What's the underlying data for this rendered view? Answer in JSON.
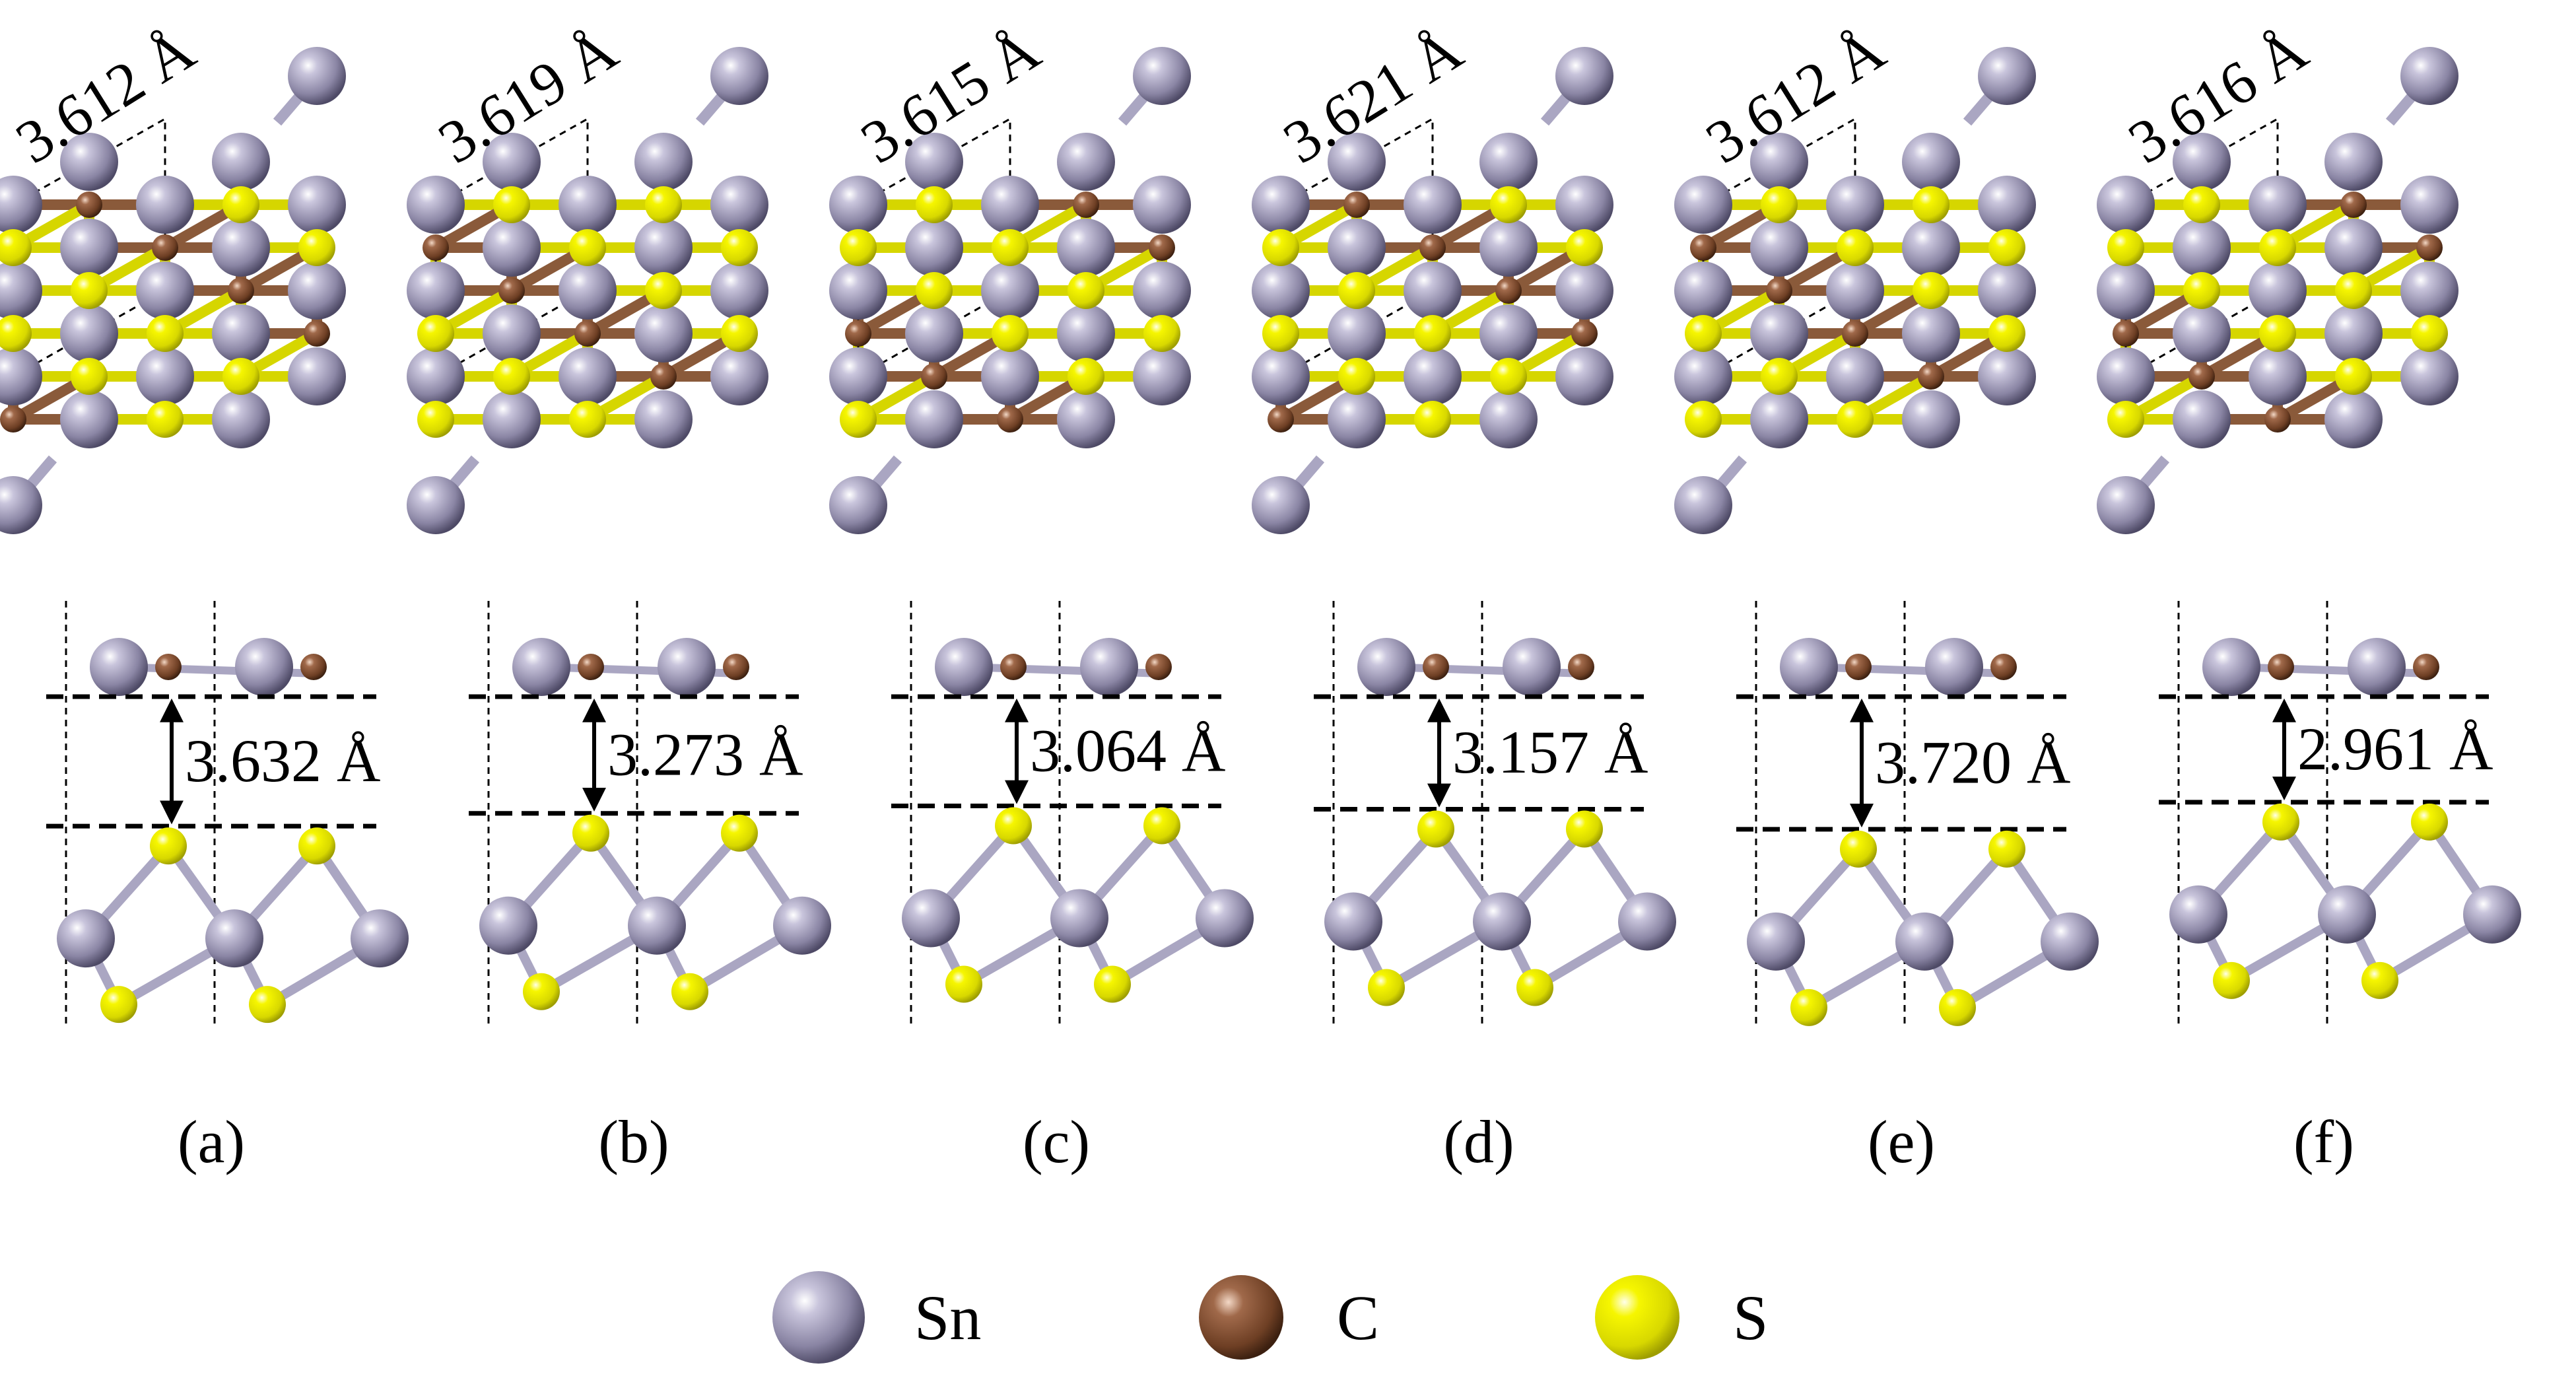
{
  "colors": {
    "sn": "#8f8aa8",
    "c": "#7a4b2c",
    "s": "#e6e600",
    "bond_sn": "#aaa6c2",
    "bond_s": "#d6d600",
    "bond_c": "#8a5a3a"
  },
  "legend": [
    {
      "element": "sn",
      "label": "Sn",
      "icon": "sn-atom-icon"
    },
    {
      "element": "c",
      "label": "C",
      "icon": "c-atom-icon"
    },
    {
      "element": "s",
      "label": "S",
      "icon": "s-atom-icon"
    }
  ],
  "panels": [
    {
      "label": "(a)",
      "lattice": "3.612 Å",
      "gap": "3.632 Å",
      "gap_value": 3.632
    },
    {
      "label": "(b)",
      "lattice": "3.619 Å",
      "gap": "3.273 Å",
      "gap_value": 3.273
    },
    {
      "label": "(c)",
      "lattice": "3.615 Å",
      "gap": "3.064 Å",
      "gap_value": 3.064
    },
    {
      "label": "(d)",
      "lattice": "3.621 Å",
      "gap": "3.157 Å",
      "gap_value": 3.157
    },
    {
      "label": "(e)",
      "lattice": "3.612 Å",
      "gap": "3.720 Å",
      "gap_value": 3.72
    },
    {
      "label": "(f)",
      "lattice": "3.616 Å",
      "gap": "2.961 Å",
      "gap_value": 2.961
    }
  ]
}
